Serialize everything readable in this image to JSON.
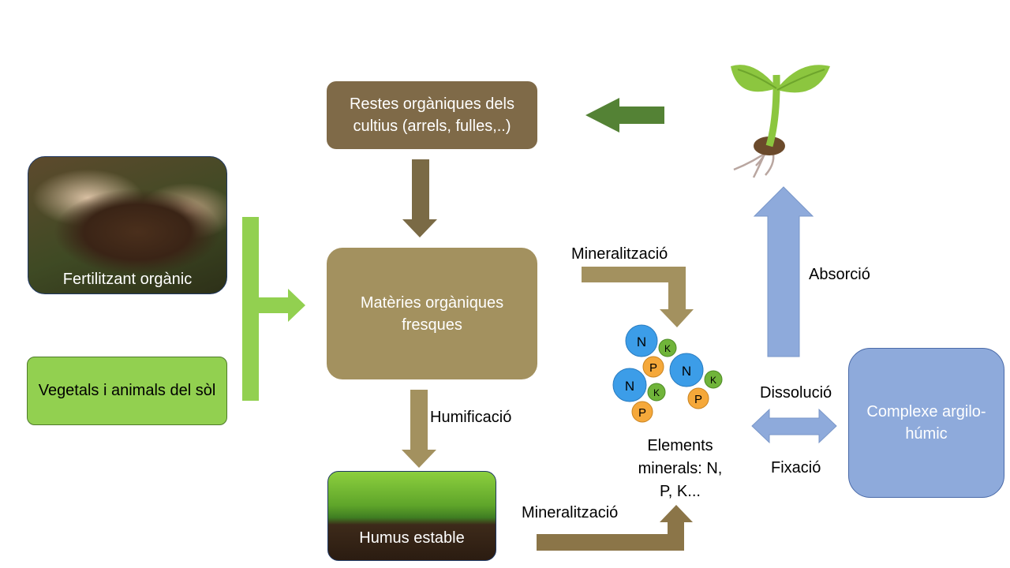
{
  "nodes": {
    "restes": "Restes orgàniques dels cultius (arrels, fulles,..)",
    "fertilitzant": "Fertilitzant orgànic",
    "vegetals": "Vegetals i animals del sòl",
    "materies": "Matèries orgàniques fresques",
    "humus": "Humus estable",
    "elements": "Elements minerals: N, P, K...",
    "complexe": "Complexe argilo-húmic"
  },
  "edges": {
    "mineralitzacio_top": "Mineralització",
    "mineralitzacio_bottom": "Mineralització",
    "humificacio": "Humificació",
    "absorcio": "Absorció",
    "dissolucio": "Dissolució",
    "fixacio": "Fixació"
  },
  "molecules": {
    "n": "N",
    "p": "P",
    "k": "K"
  },
  "colors": {
    "brown_box": "#7f6a48",
    "tan_box": "#a3915f",
    "green_box": "#92d050",
    "blue": "#8eaadb",
    "dark_green_arrow": "#548235",
    "brown_arrow": "#8b7548"
  }
}
